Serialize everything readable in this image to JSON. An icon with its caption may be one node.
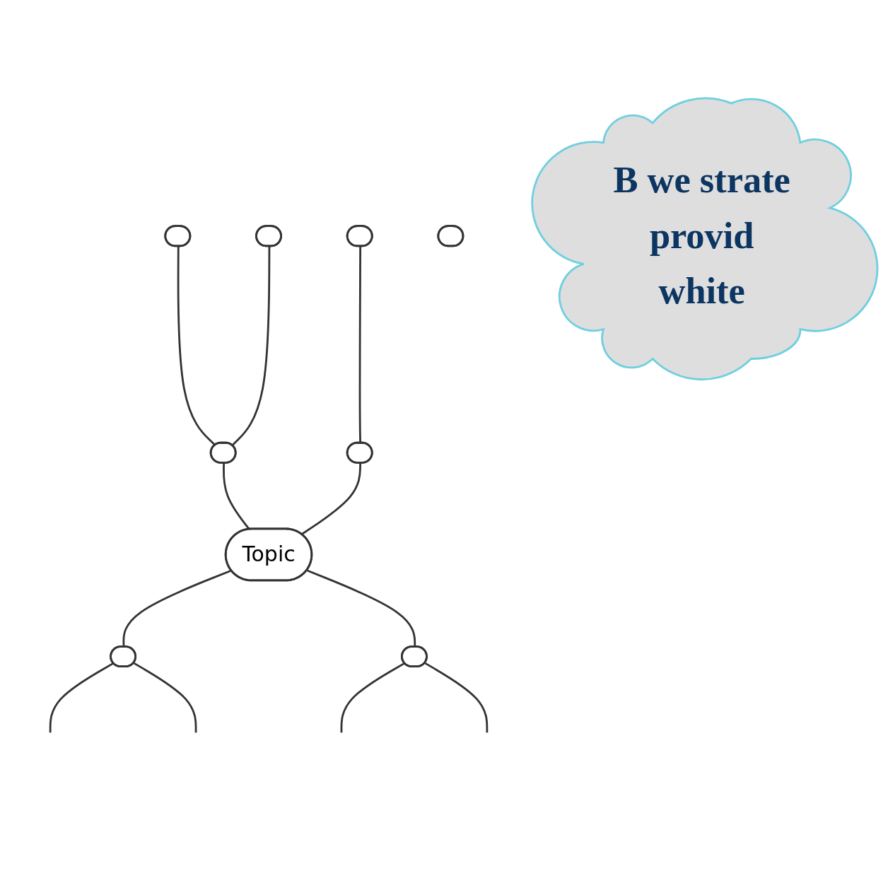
{
  "diagram": {
    "nodes": [
      {
        "text": [],
        "shape": "ellipse"
      },
      {
        "text": [],
        "shape": "ellipse"
      },
      {
        "text": [],
        "shape": "ellipse"
      },
      {
        "text": [],
        "shape": "ellipse"
      },
      {
        "text": [],
        "shape": "ellipse"
      },
      {
        "text": [],
        "shape": "ellipse"
      },
      {
        "text": [
          "Topic"
        ]
      },
      {
        "text": [],
        "shape": "ellipse"
      },
      {
        "text": [],
        "shape": "ellipse"
      },
      {
        "text": [
          "B we strate",
          "provid",
          "white"
        ]
      }
    ],
    "edges": [
      {
        "from": 0,
        "to": 4,
        "arrow": "none"
      },
      {
        "from": 1,
        "to": 4,
        "arrow": "none"
      },
      {
        "from": 2,
        "to": 5,
        "arrow": "none"
      },
      {
        "from": 4,
        "to": 6,
        "arrow": "none"
      },
      {
        "from": 5,
        "to": 6,
        "arrow": "none"
      },
      {
        "from": 6,
        "to": 7,
        "arrow": "none"
      },
      {
        "from": 6,
        "to": 8,
        "arrow": "none"
      },
      {
        "from": 7,
        "to": null,
        "arrow": "none"
      },
      {
        "from": 7,
        "to": null,
        "arrow": "none"
      },
      {
        "from": 8,
        "to": null,
        "arrow": "none"
      },
      {
        "from": 8,
        "to": null,
        "arrow": "none"
      }
    ]
  }
}
